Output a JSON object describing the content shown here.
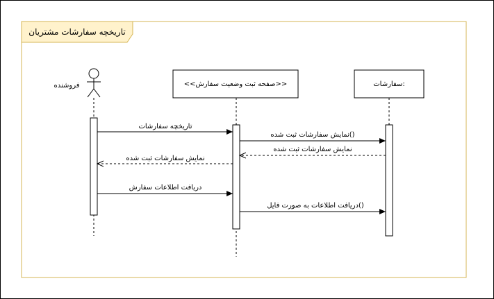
{
  "frame": {
    "title": "تاریخچه سفارشات مشتریان",
    "border_color": "#d6b656",
    "tab_fill": "#fff2cc"
  },
  "participants": {
    "actor": {
      "label": "فروشنده"
    },
    "page": {
      "label": "<<صفحه ثبت وضعیت سفارش>>"
    },
    "orders": {
      "label": "سفارشات:"
    }
  },
  "messages": [
    {
      "label": "تاریخچه سفارشات",
      "style": "solid"
    },
    {
      "label": "نمایش سفارشات ثبت شده()",
      "style": "solid"
    },
    {
      "label": "نمایش سفارشات ثبت شده",
      "style": "dashed"
    },
    {
      "label": "نمایش سفارشات ثبت شده",
      "style": "dashed"
    },
    {
      "label": "دریافت اطلاعات سفارش",
      "style": "solid"
    },
    {
      "label": "دریافت اطلاعات به صورت فایل()",
      "style": "solid"
    }
  ]
}
